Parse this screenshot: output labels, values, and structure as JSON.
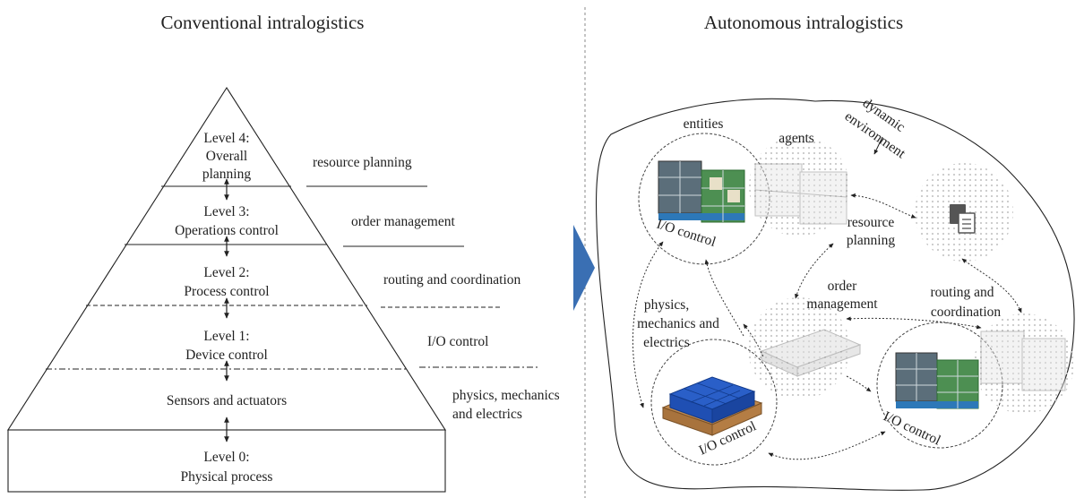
{
  "left": {
    "title": "Conventional intralogistics",
    "levels": [
      {
        "line1": "Level 4:",
        "line2": "Overall",
        "line3": "planning"
      },
      {
        "line1": "Level 3:",
        "line2": "Operations control"
      },
      {
        "line1": "Level 2:",
        "line2": "Process control"
      },
      {
        "line1": "Level 1:",
        "line2": "Device control"
      },
      {
        "line1": "Sensors and actuators"
      },
      {
        "line1": "Level 0:",
        "line2": "Physical process"
      }
    ],
    "side_labels": {
      "resource_planning": "resource planning",
      "order_management": "order management",
      "routing": "routing and coordination",
      "io_control": "I/O control",
      "physics_line1": "physics, mechanics",
      "physics_line2": "and electrics"
    }
  },
  "right": {
    "title": "Autonomous intralogistics",
    "labels": {
      "dynamic": "dynamic",
      "environment": "environment",
      "entities": "entities",
      "agents": "agents",
      "io_control": "I/O control",
      "resource": "resource",
      "planning": "planning",
      "order": "order",
      "management": "management",
      "routing": "routing and",
      "coordination": "coordination",
      "physics1": "physics,",
      "physics2": "mechanics and",
      "physics3": "electrics"
    },
    "icons": [
      "document-icon",
      "cage-trolley-icon",
      "pallet-boxes-icon",
      "empty-pallet-icon"
    ]
  },
  "colors": {
    "accent_arrow": "#3a6fb3",
    "trolley_green": "#3f9a45",
    "pallet_wood": "#c28a4e",
    "box_blue": "#1f4fb3"
  }
}
